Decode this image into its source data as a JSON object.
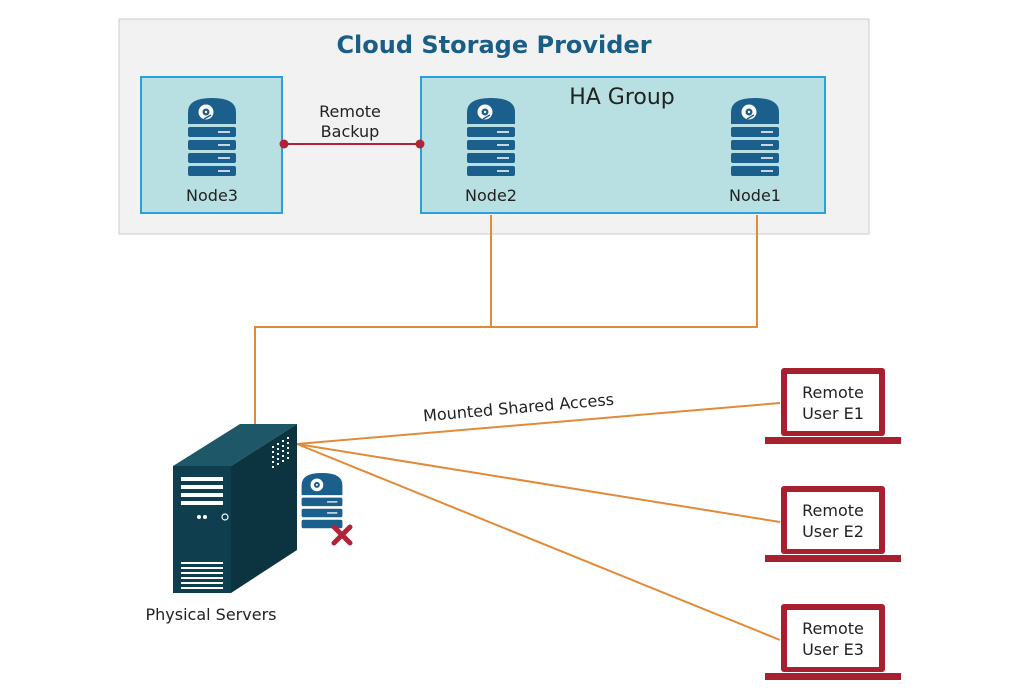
{
  "provider": {
    "title": "Cloud Storage Provider"
  },
  "ha_group": {
    "label": "HA Group"
  },
  "nodes": {
    "node3": "Node3",
    "node2": "Node2",
    "node1": "Node1"
  },
  "remote_backup": {
    "line1": "Remote",
    "line2": "Backup"
  },
  "mounted_access": {
    "label": "Mounted Shared Access"
  },
  "server": {
    "label": "Physical Servers"
  },
  "users": [
    {
      "line1": "Remote",
      "line2": "User E1"
    },
    {
      "line1": "Remote",
      "line2": "User E2"
    },
    {
      "line1": "Remote",
      "line2": "User E3"
    }
  ],
  "colors": {
    "provider_bg": "#f2f2f2",
    "provider_border": "#cccccc",
    "title": "#1a5e86",
    "group_fill": "#b8dfe2",
    "group_border": "#2aa2d9",
    "node_icon": "#1b5f8d",
    "backup_line": "#b0243a",
    "access_line": "#e08a3a",
    "server": "#0f3f4f",
    "laptop": "#a8202f",
    "x_mark": "#b0243a"
  },
  "icons": [
    "storage-node-icon",
    "server-tower-icon",
    "laptop-icon",
    "failed-disk-icon"
  ]
}
